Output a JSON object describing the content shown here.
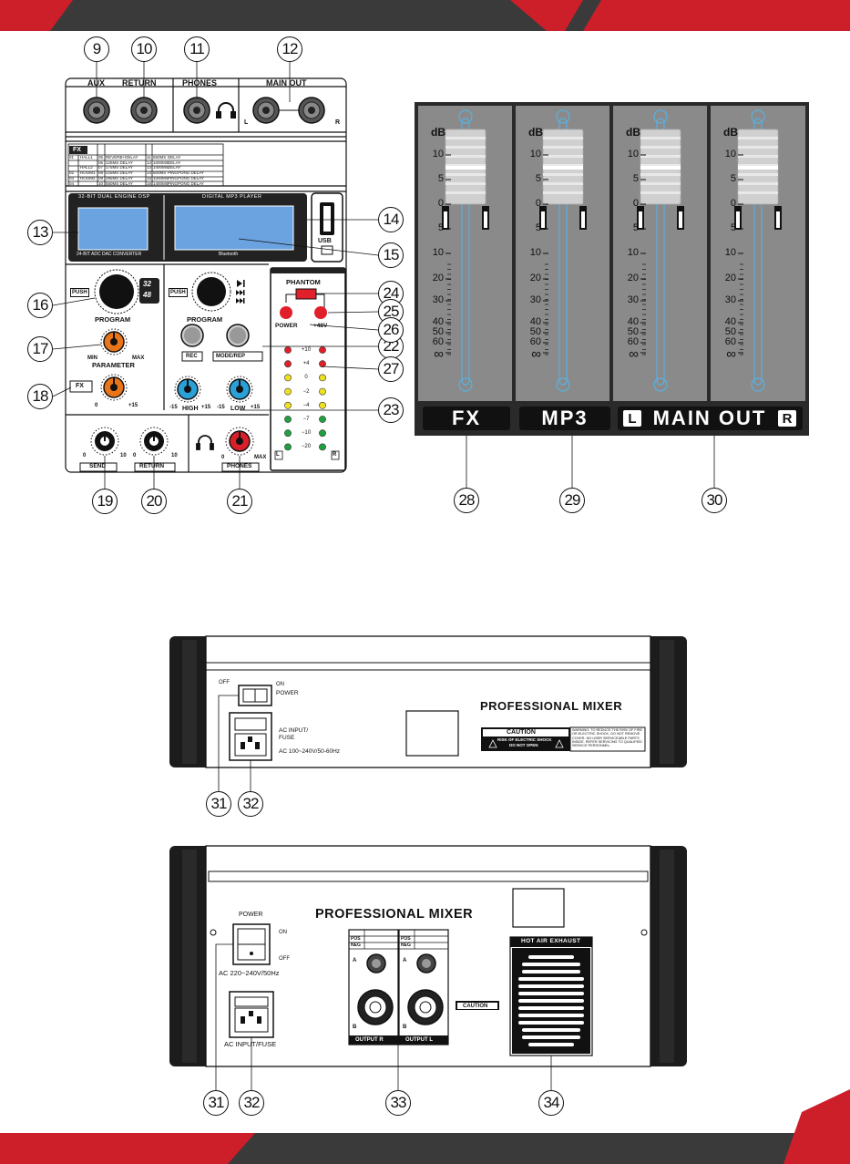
{
  "front_panel": {
    "jacks": {
      "aux": "AUX",
      "return": "RETURN",
      "phones": "PHONES",
      "main_out": "MAIN OUT",
      "left": "L",
      "right": "R"
    },
    "fx_table": {
      "badge": "FX",
      "rows": [
        [
          "01",
          "HALL1",
          "05",
          "REVERB+DELAY",
          "11",
          "650MS",
          "DELAY"
        ],
        [
          "",
          "",
          "06",
          "125MS DELAY",
          "12",
          "1000MS",
          "DELAY"
        ],
        [
          "",
          "HALL2",
          "07",
          "175MS DELAY",
          "13",
          "1400MS",
          "DELAY"
        ],
        [
          "02",
          "ROOM1",
          "08",
          "225MS DELAY",
          "14",
          "600MS",
          "PINGPONG DELAY"
        ],
        [
          "03",
          "ROOM2",
          "09",
          "285MS DELAY",
          "15",
          "1000MS",
          "PINGPONG DELAY"
        ],
        [
          "04",
          "",
          "10",
          "550MS DELAY",
          "16",
          "1400MS",
          "PINGPONG DELAY"
        ]
      ]
    },
    "dsp": {
      "title": "32-BIT DUAL ENGINE DSP",
      "converter": "24-BIT ADC DAC CONVERTER",
      "mp3_title": "DIGITAL MP3 PLAYER",
      "bluetooth": "Bluetooth",
      "usb": "USB"
    },
    "controls": {
      "push": "PUSH",
      "program": "PROGRAM",
      "parameter": "PARAMETER",
      "min": "MIN",
      "max": "MAX",
      "fx": "FX",
      "zero": "0",
      "plus15": "+15",
      "minus15": "-15",
      "high": "HIGH",
      "low": "LOW",
      "rec": "REC",
      "mode_rep": "MODE/REP",
      "bits_a": "32",
      "bits_b": "48",
      "send": "SEND",
      "return": "RETURN",
      "phones": "PHONES",
      "ten": "10",
      "max2": "MAX"
    },
    "phantom": {
      "title": "PHANTOM",
      "power": "POWER",
      "v48": "+48V"
    },
    "meter": {
      "levels": [
        "+10",
        "+4",
        "0",
        "−2",
        "−4",
        "−7",
        "−10",
        "−20"
      ],
      "left": "L",
      "right": "R"
    }
  },
  "fader_panel": {
    "db": "dB",
    "scale": [
      "10",
      "5",
      "0",
      "5",
      "10",
      "20",
      "30",
      "40",
      "50",
      "60",
      "∞"
    ],
    "labels": {
      "fx": "FX",
      "mp3": "MP3",
      "main_out": "MAIN OUT",
      "l": "L",
      "r": "R"
    }
  },
  "rear_panel_1": {
    "off": "OFF",
    "on": "ON",
    "power": "POWER",
    "ac_input": "AC INPUT/",
    "fuse": "FUSE",
    "voltage": "AC 100~240V/50-60Hz",
    "title": "PROFESSIONAL MIXER",
    "caution": "CAUTION",
    "shock": "RISK OF ELECTRIC SHOCK",
    "do_not_open": "DO NOT OPEN",
    "warning": "WARNING: TO REDUCE THE RISK OF FIRE OR ELECTRIC SHOCK, DO NOT REMOVE COVER. NO USER SERVICEABLE PARTS INSIDE. REFER SERVICING TO QUALIFIED SERVICE PERSONNEL."
  },
  "rear_panel_2": {
    "power": "POWER",
    "on": "ON",
    "off": "OFF",
    "voltage": "AC 220~240V/50Hz",
    "ac_input": "AC INPUT/FUSE",
    "title": "PROFESSIONAL MIXER",
    "output_r": "OUTPUT R",
    "output_l": "OUTPUT L",
    "pos": "POS",
    "neg": "NEG",
    "a": "A",
    "b": "B",
    "hot_air": "HOT AIR EXHAUST",
    "caution": "CAUTION"
  },
  "callouts": [
    "9",
    "10",
    "11",
    "12",
    "13",
    "14",
    "15",
    "16",
    "17",
    "18",
    "19",
    "20",
    "21",
    "22",
    "23",
    "24",
    "25",
    "26",
    "27",
    "28",
    "29",
    "30",
    "31",
    "32",
    "31",
    "32",
    "33",
    "34"
  ],
  "colors": {
    "accent": "#cc1f2a",
    "dark": "#2a2a2a",
    "panel": "#8a8a8a",
    "knob_orange": "#e8751a",
    "knob_blue": "#2aa0d8",
    "knob_red": "#d8202a"
  }
}
